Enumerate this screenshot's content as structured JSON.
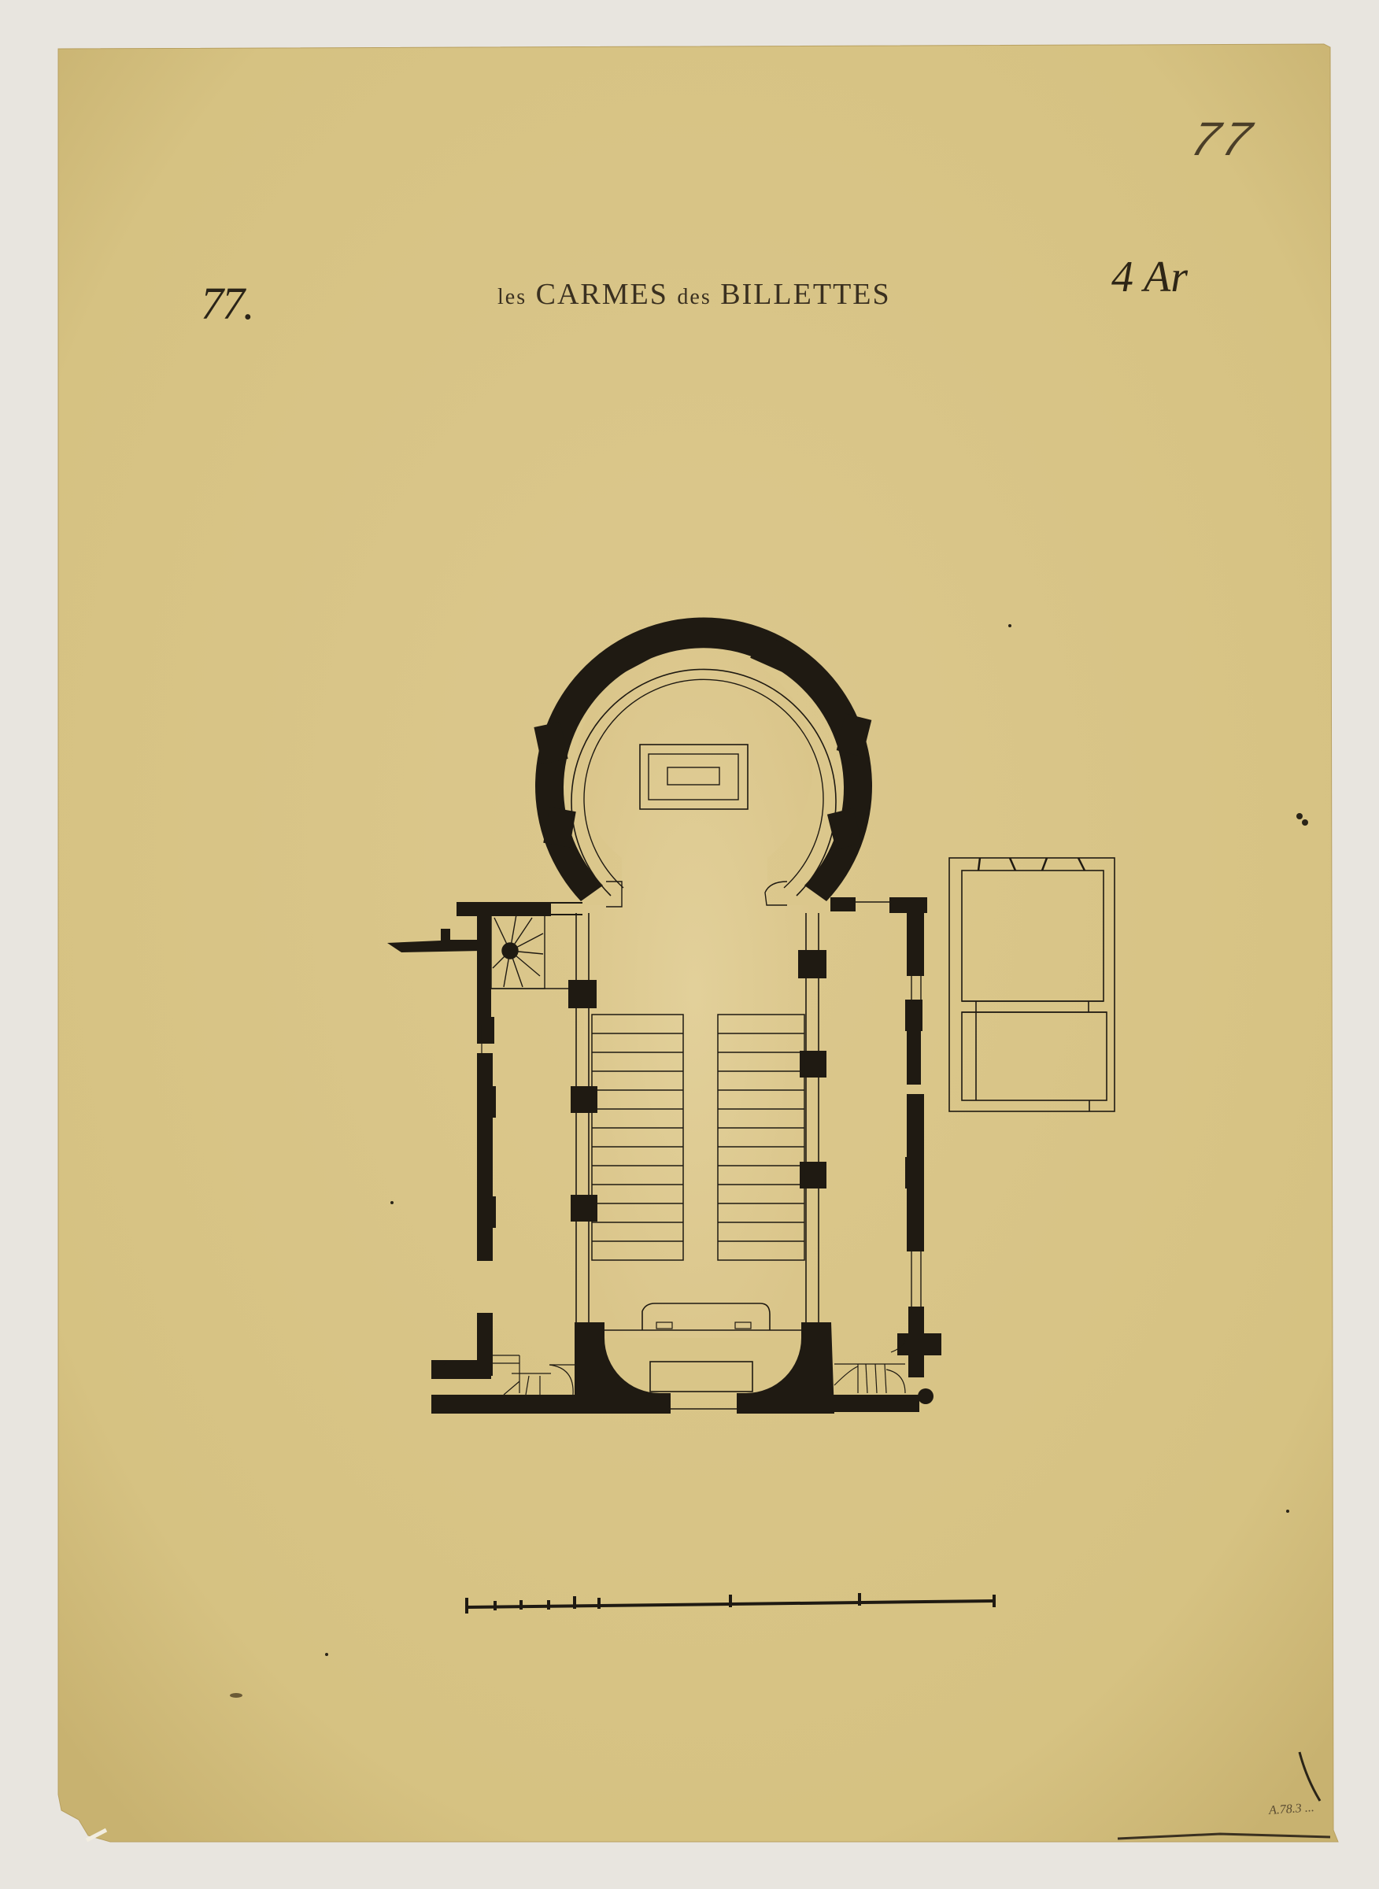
{
  "document": {
    "type": "architectural floor plan drawing",
    "sheet_number": "77.",
    "corner_number": "77",
    "title_prefix": "les",
    "title_main": "CARMES",
    "title_connector": "des",
    "title_end": "BILLETTES",
    "arrondissement": "4 Ar",
    "archive_mark": "A.78.3 ...",
    "colors": {
      "background": "#e8e5df",
      "paper": "#d9c487",
      "ink": "#1f1a12"
    }
  },
  "plan": {
    "elements": [
      "apse",
      "nave",
      "side-aisles",
      "pews-left",
      "pews-right",
      "spiral-staircase",
      "entrance-stairs",
      "annex-building"
    ],
    "scale_bar": {
      "ticks": 8
    }
  }
}
